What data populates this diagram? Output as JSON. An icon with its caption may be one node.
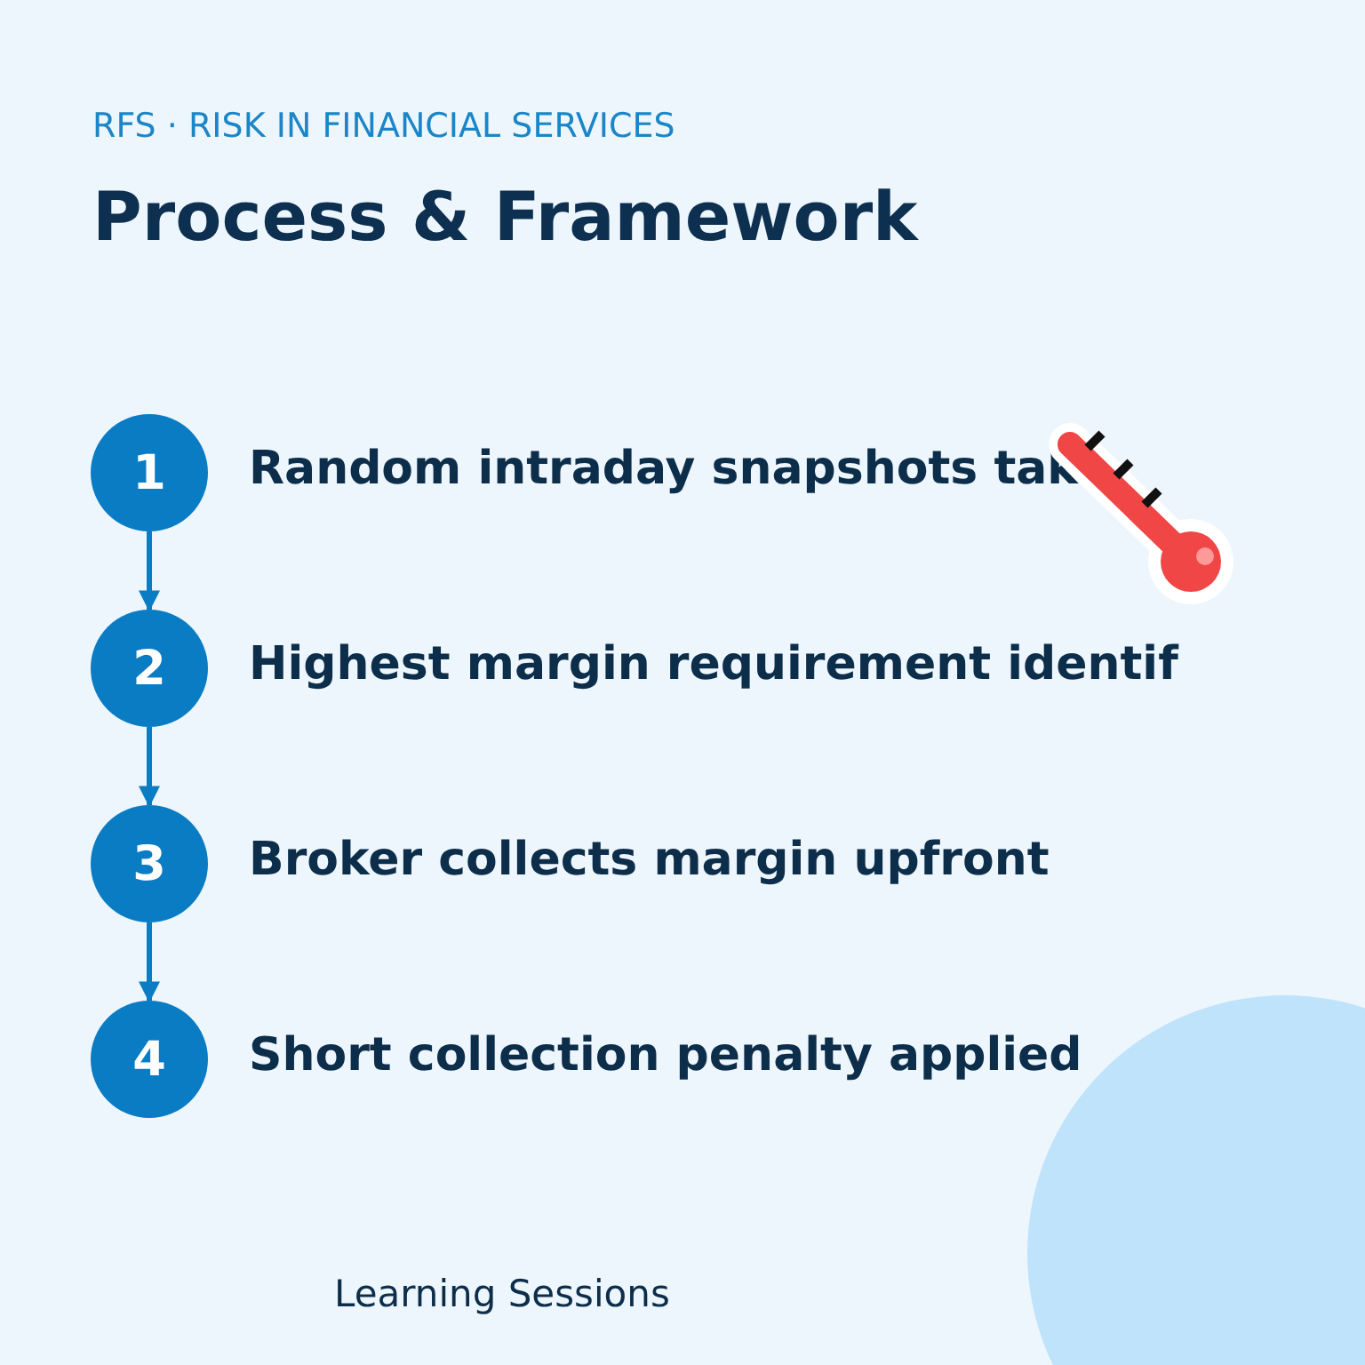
{
  "diagram": {
    "title": "Process & Framework",
    "nodes": [
      {
        "text": [
          "1"
        ],
        "beside": [
          "Random intraday snapshots tak"
        ]
      },
      {
        "text": [
          "2"
        ],
        "beside": [
          "Highest margin requirement identif"
        ]
      },
      {
        "text": [
          "3"
        ],
        "beside": [
          "Broker collects margin upfront"
        ]
      },
      {
        "text": [
          "4"
        ],
        "beside": [
          "Short collection penalty applied"
        ]
      }
    ],
    "edges": [
      {
        "from": 0,
        "to": 1,
        "arrow": "to"
      },
      {
        "from": 1,
        "to": 2,
        "arrow": "to"
      },
      {
        "from": 2,
        "to": 3,
        "arrow": "to"
      }
    ],
    "labels": [
      "RFS · RISK IN FINANCIAL SERVICES",
      "Learning Sessions"
    ]
  }
}
